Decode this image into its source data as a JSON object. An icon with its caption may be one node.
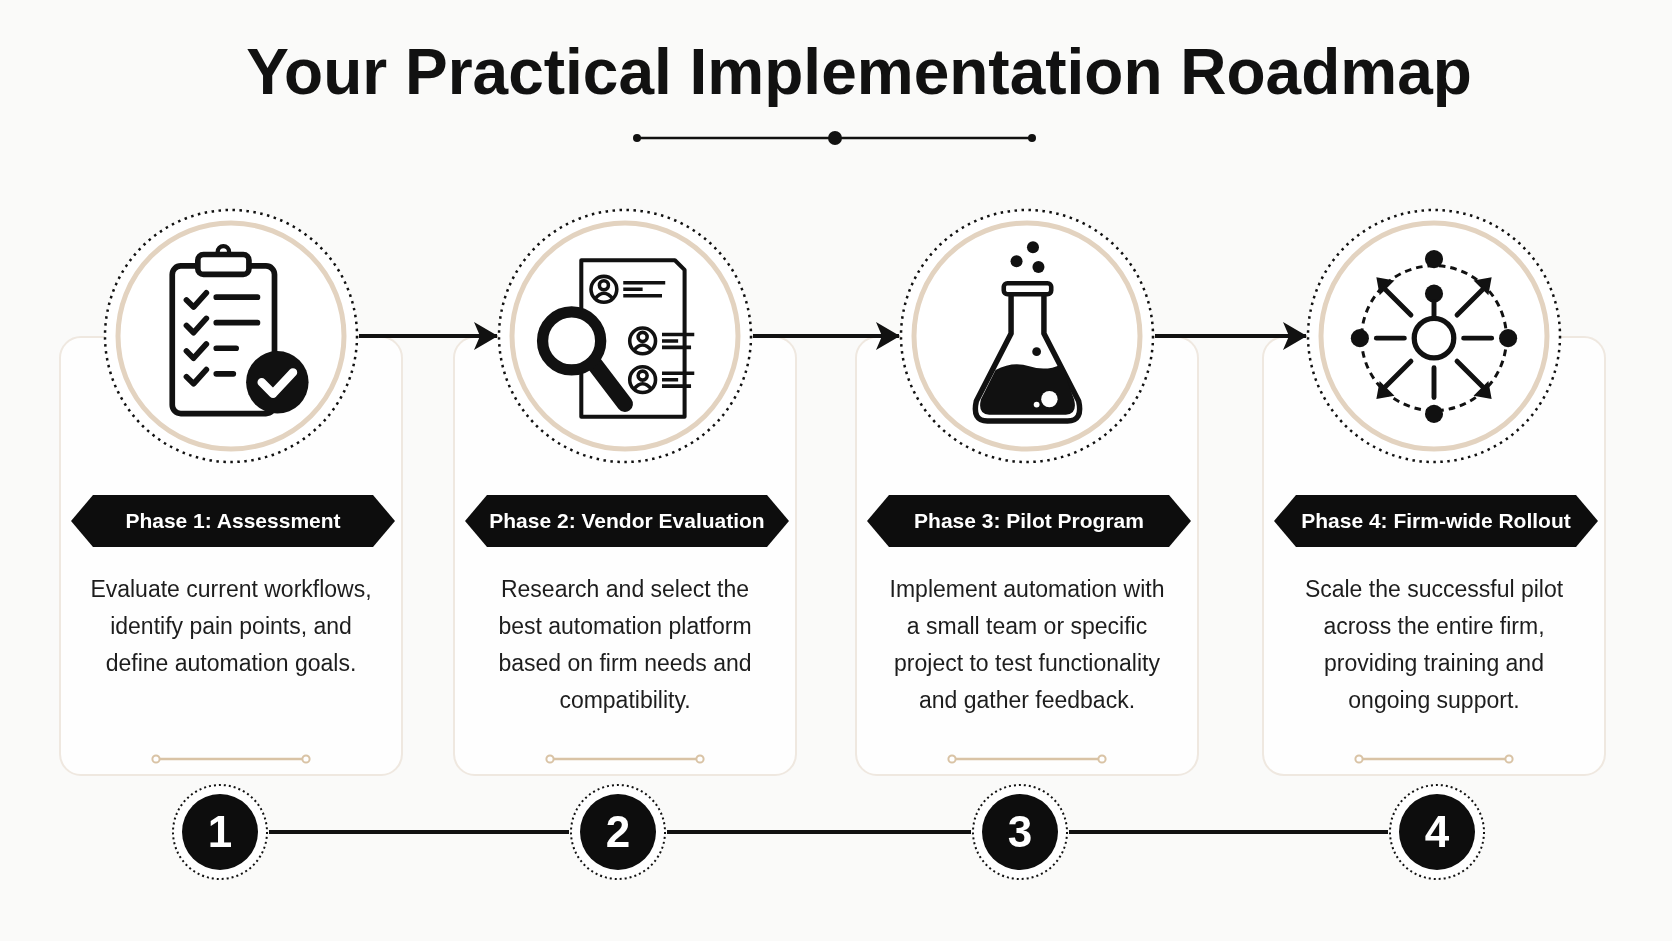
{
  "diagram": {
    "title": "Your Practical Implementation Roadmap",
    "nodes": [
      {
        "text": [],
        "shape": "circle"
      },
      {
        "text": [],
        "shape": "circle"
      },
      {
        "text": [],
        "shape": "circle"
      },
      {
        "text": [],
        "shape": "circle"
      },
      {
        "text": [
          "Evaluate current workflows, identify pain points, and define automation goals."
        ]
      },
      {
        "text": [
          "Phase 1: Assessment"
        ],
        "in": 4
      },
      {
        "text": [
          "Research and select the best automation platform based on firm needs and compatibility."
        ]
      },
      {
        "text": [
          "Phase 2: Vendor Evaluation"
        ],
        "in": 6
      },
      {
        "text": [
          "Implement automation with a small team or specific project to test functionality and gather feedback."
        ]
      },
      {
        "text": [
          "Phase 3: Pilot Program"
        ],
        "in": 8
      },
      {
        "text": [
          "Scale the successful pilot across the entire firm, providing training and ongoing support."
        ]
      },
      {
        "text": [
          "Phase 4: Firm-wide Rollout"
        ],
        "in": 10
      },
      {
        "text": [
          "1"
        ]
      },
      {
        "text": [
          "2"
        ]
      },
      {
        "text": [
          "3"
        ]
      },
      {
        "text": [
          "4"
        ]
      }
    ],
    "edges": [
      {
        "from": 0,
        "to": 1,
        "arrow": "to"
      },
      {
        "from": 1,
        "to": 2,
        "arrow": "to"
      },
      {
        "from": 2,
        "to": 3,
        "arrow": "to"
      },
      {
        "from": 12,
        "to": 13,
        "arrow": "none"
      },
      {
        "from": 13,
        "to": 14,
        "arrow": "none"
      },
      {
        "from": 14,
        "to": 15,
        "arrow": "none"
      }
    ]
  }
}
